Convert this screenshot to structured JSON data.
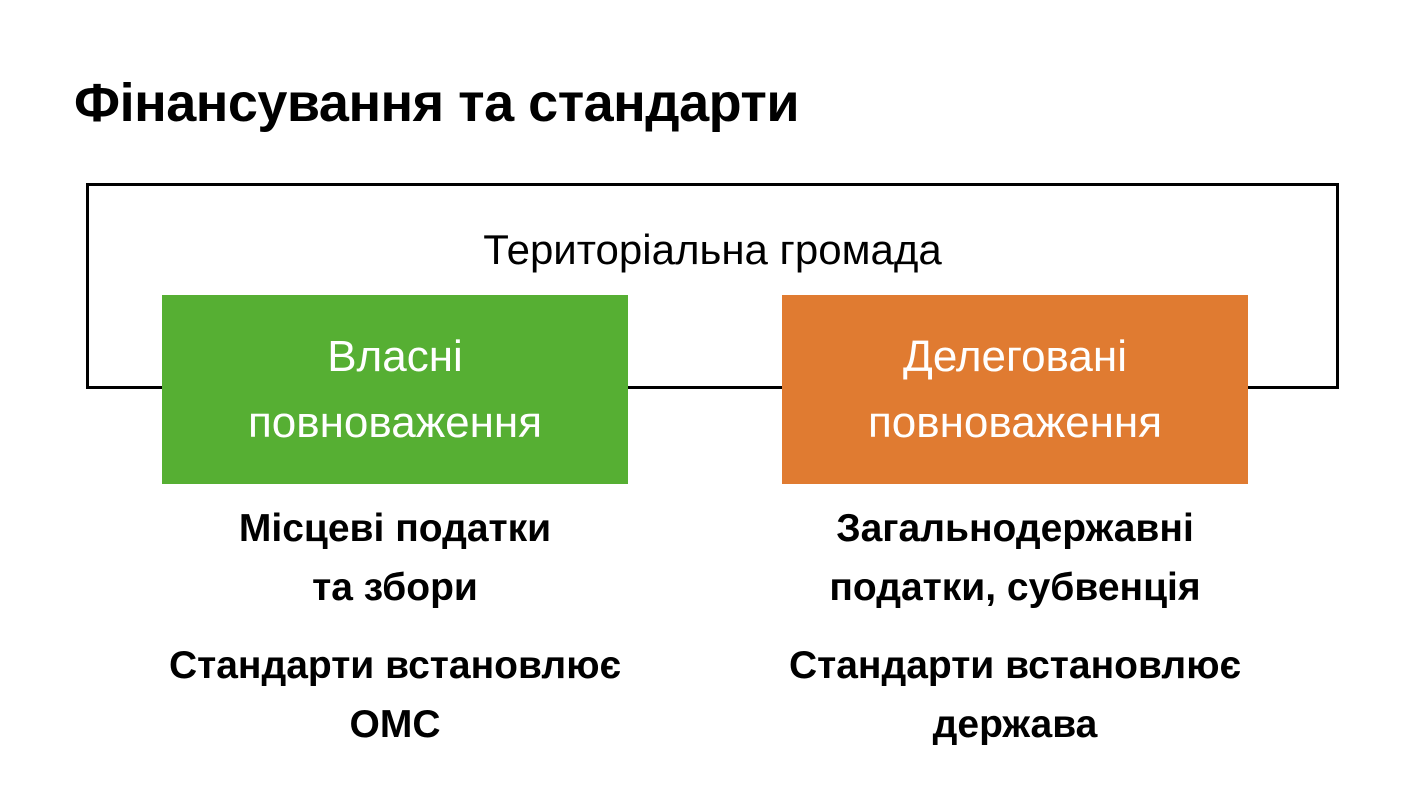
{
  "title": "Фінансування та стандарти",
  "community": "Територіальна громада",
  "colors": {
    "own": "#56AF33",
    "delegated": "#E07B31"
  },
  "own": {
    "lines": [
      "Власні",
      "повноваження"
    ],
    "funding": [
      "Місцеві податки",
      "та збори"
    ],
    "standards": [
      "Стандарти встановлює",
      "ОМС"
    ]
  },
  "delegated": {
    "lines": [
      "Делеговані",
      "повноваження"
    ],
    "funding": [
      "Загальнодержавні",
      "податки, субвенція"
    ],
    "standards": [
      "Стандарти встановлює",
      "держава"
    ]
  }
}
